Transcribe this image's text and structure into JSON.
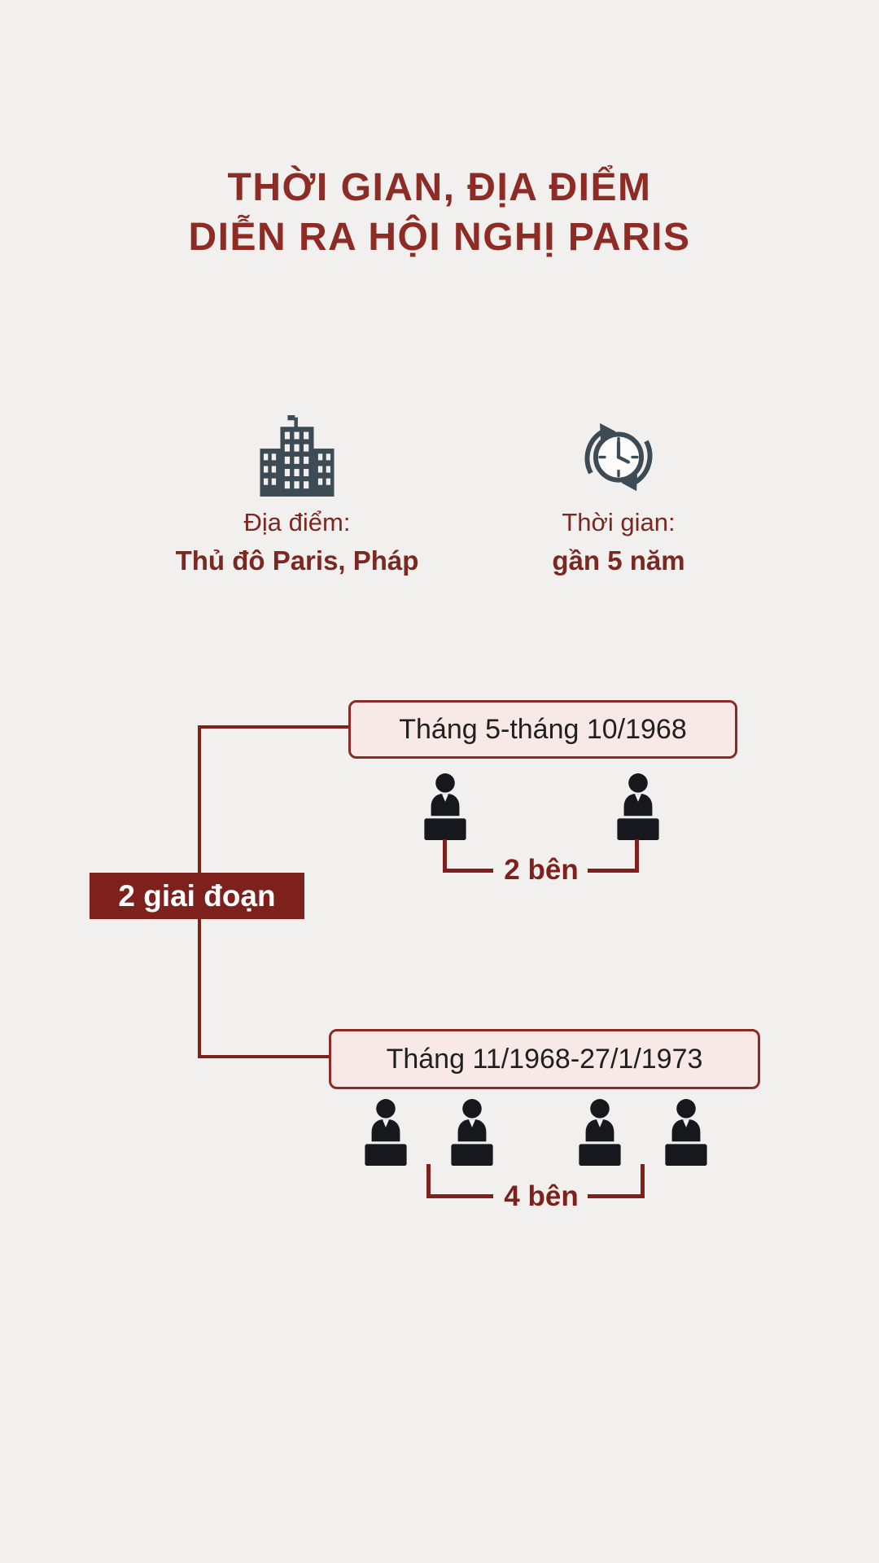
{
  "colors": {
    "background": "#f1f0ee",
    "accent": "#7e211c",
    "title": "#8e2b25",
    "icon_slate": "#3d4b54",
    "box_fill": "#f8e9e7",
    "person": "#16181d"
  },
  "title": {
    "line1": "THỜI GIAN, ĐỊA ĐIỂM",
    "line2": "DIỄN RA HỘI NGHỊ PARIS"
  },
  "info": {
    "location": {
      "icon": "building-icon",
      "label": "Địa điểm:",
      "value": "Thủ đô Paris, Pháp"
    },
    "time": {
      "icon": "clock-icon",
      "label": "Thời gian:",
      "value": "gần 5 năm"
    }
  },
  "diagram": {
    "stage_label": "2 giai đoạn",
    "stages": [
      {
        "period": "Tháng 5-tháng 10/1968",
        "parties_count": 2,
        "parties_label": "2 bên"
      },
      {
        "period": "Tháng 11/1968-27/1/1973",
        "parties_count": 4,
        "parties_label": "4 bên"
      }
    ]
  }
}
